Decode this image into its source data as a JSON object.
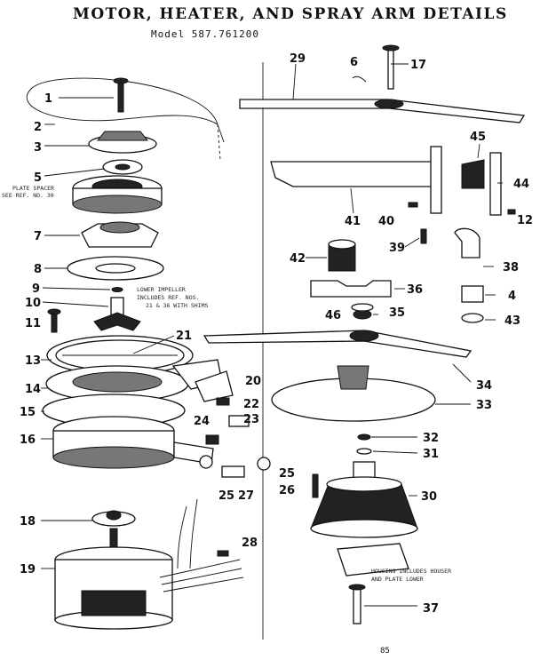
{
  "header": {
    "title": "MOTOR, HEATER, AND SPRAY ARM DETAILS",
    "model": "Model 587.761200"
  },
  "notes": {
    "plate_spacer": [
      "PLATE SPACER",
      "SEE REF. NO. 30"
    ],
    "lower_impeller": [
      "LOWER IMPELLER",
      "INCLUDES REF. NOS.",
      "21 & 36 WITH SHIMS"
    ],
    "housing": [
      "HOUSING INCLUDES HOUSER",
      "AND PLATE LOWER"
    ]
  },
  "callouts": {
    "c1": "1",
    "c2": "2",
    "c3": "3",
    "c5": "5",
    "c7": "7",
    "c8": "8",
    "c9": "9",
    "c10": "10",
    "c11": "11",
    "c13": "13",
    "c14": "14",
    "c15": "15",
    "c16": "16",
    "c18": "18",
    "c19": "19",
    "c20": "20",
    "c21": "21",
    "c22": "22",
    "c23": "23",
    "c24": "24",
    "c25a": "25",
    "c25b": "25",
    "c26": "26",
    "c27": "27",
    "c28": "28",
    "c29": "29",
    "c6": "6",
    "c17": "17",
    "c45": "45",
    "c44": "44",
    "c41": "41",
    "c40": "40",
    "c12": "12",
    "c39": "39",
    "c42": "42",
    "c38": "38",
    "c36": "36",
    "c4": "4",
    "c46": "46",
    "c35": "35",
    "c43": "43",
    "c34": "34",
    "c33": "33",
    "c32": "32",
    "c31": "31",
    "c30": "30",
    "c37": "37"
  },
  "footer": {
    "page": "85"
  }
}
